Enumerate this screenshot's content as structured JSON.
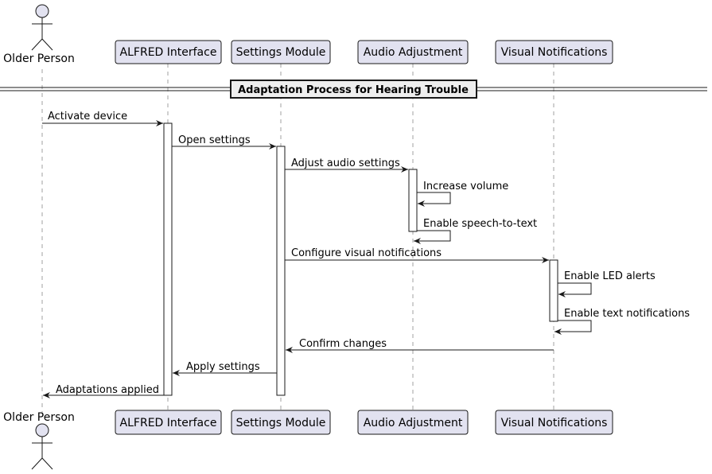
{
  "participants": [
    {
      "id": "older",
      "label": "Older Person",
      "kind": "actor"
    },
    {
      "id": "alfred",
      "label": "ALFRED Interface",
      "kind": "box"
    },
    {
      "id": "settings",
      "label": "Settings Module",
      "kind": "box"
    },
    {
      "id": "audio",
      "label": "Audio Adjustment",
      "kind": "box"
    },
    {
      "id": "visual",
      "label": "Visual Notifications",
      "kind": "box"
    }
  ],
  "separator": {
    "label": "Adaptation Process for Hearing Trouble"
  },
  "messages": [
    {
      "from": "older",
      "to": "alfred",
      "label": "Activate device"
    },
    {
      "from": "alfred",
      "to": "settings",
      "label": "Open settings"
    },
    {
      "from": "settings",
      "to": "audio",
      "label": "Adjust audio settings"
    },
    {
      "from": "audio",
      "to": "audio",
      "label": "Increase volume"
    },
    {
      "from": "audio",
      "to": "audio",
      "label": "Enable speech-to-text"
    },
    {
      "from": "settings",
      "to": "visual",
      "label": "Configure visual notifications"
    },
    {
      "from": "visual",
      "to": "visual",
      "label": "Enable LED alerts"
    },
    {
      "from": "visual",
      "to": "visual",
      "label": "Enable text notifications"
    },
    {
      "from": "visual",
      "to": "settings",
      "label": "Confirm changes"
    },
    {
      "from": "settings",
      "to": "alfred",
      "label": "Apply settings"
    },
    {
      "from": "alfred",
      "to": "older",
      "label": "Adaptations applied"
    }
  ],
  "colors": {
    "participant_fill": "#E2E2F0",
    "participant_border": "#181818",
    "lifeline": "#A0A0A0",
    "arrow": "#181818",
    "activation_fill": "#FFFFFF"
  }
}
